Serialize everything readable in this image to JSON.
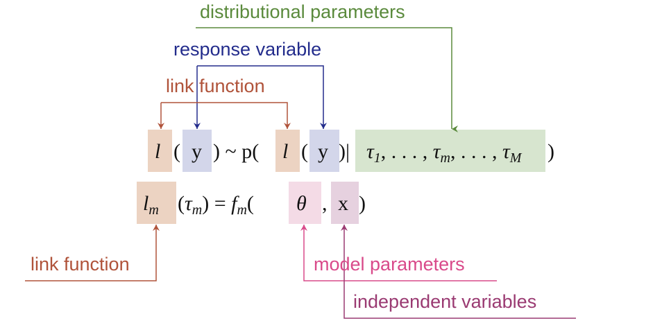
{
  "colors": {
    "distributional": "#5a8a3c",
    "response": "#232c8c",
    "link": "#b0533a",
    "model": "#d94a8a",
    "independent": "#9a3a72",
    "box_link": "#ecd3c2",
    "box_response": "#d3d6ea",
    "box_tau": "#d7e5cf",
    "box_theta": "#f4dbe6",
    "box_x": "#e6d1df"
  },
  "labels": {
    "distributional_parameters": "distributional parameters",
    "response_variable": "response variable",
    "link_function_top": "link function",
    "link_function_bottom": "link function",
    "model_parameters": "model parameters",
    "independent_variables": "independent variables"
  },
  "equation1": {
    "link": "l",
    "open_paren_1": "(",
    "response": "y",
    "close_paren_tilde_p": ") ~ p(",
    "link_2": "l",
    "open_paren_2": "(",
    "response_2": "y",
    "close_bar": ")|",
    "tau_1": "τ",
    "tau_1_sub": "1",
    "sep_1": ", . . . , ",
    "tau_m": "τ",
    "tau_m_sub": "m",
    "sep_2": ", . . . , ",
    "tau_M": "τ",
    "tau_M_sub": "M",
    "close_paren": ")"
  },
  "equation2": {
    "link_m": "l",
    "link_m_sub": "m",
    "arg_open": "(",
    "arg_tau": "τ",
    "arg_tau_sub": "m",
    "arg_close_eq": ") = ",
    "f": "f",
    "f_sub": "m",
    "open_paren": "(",
    "theta": "θ",
    "comma": ",",
    "x": "x",
    "close_paren": ")"
  }
}
